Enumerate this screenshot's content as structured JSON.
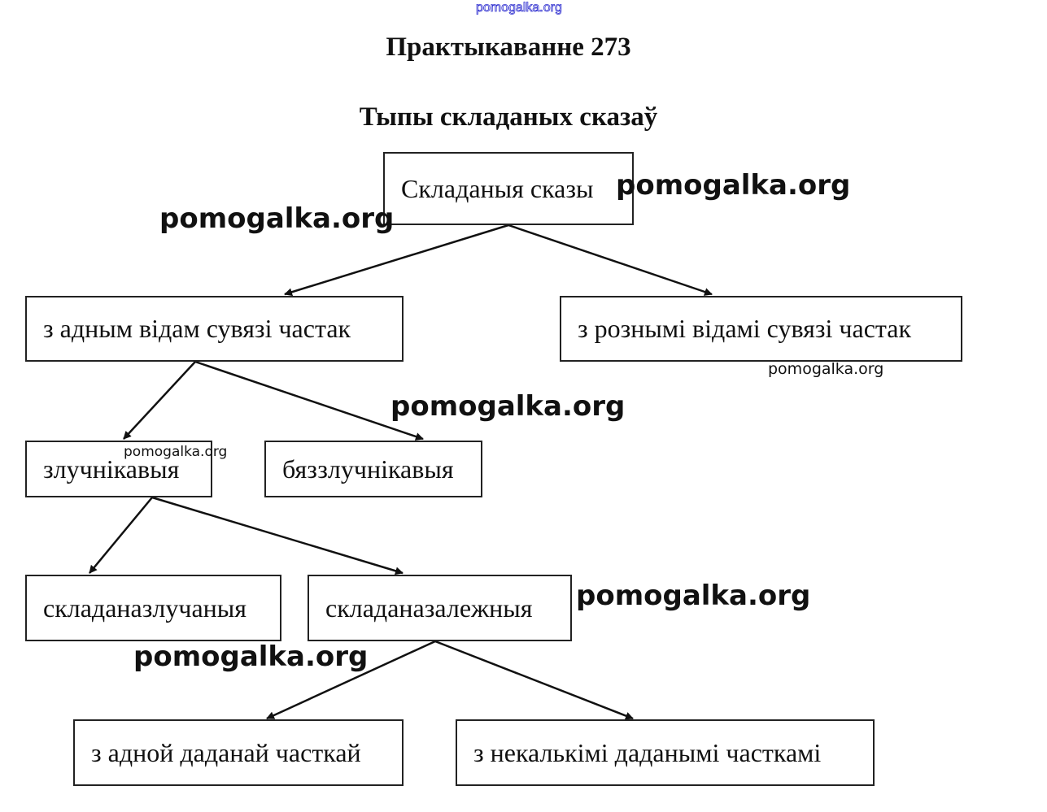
{
  "header": {
    "watermark": "pomogalka.org",
    "title": "Практыкаванне 273",
    "subtitle": "Тыпы складаных сказаў"
  },
  "nodes": {
    "root": "Складаныя сказы",
    "single_link": "з адным відам сувязі частак",
    "multi_link": "з рознымі відамі сувязі частак",
    "conjunctive": "злучнікавыя",
    "asyndetic": "бяззлучнікавыя",
    "compound": "складаназлучаныя",
    "complex": "складаназалежныя",
    "one_subordinate": "з адной даданай часткай",
    "many_subordinate": "з некалькімі даданымі часткамі"
  },
  "watermarks": [
    "pomogalka.org",
    "pomogalka.org",
    "pomogalka.org",
    "pomogalka.org",
    "pomogalka.org",
    "pomogalka.org",
    "pomogalka.org"
  ]
}
